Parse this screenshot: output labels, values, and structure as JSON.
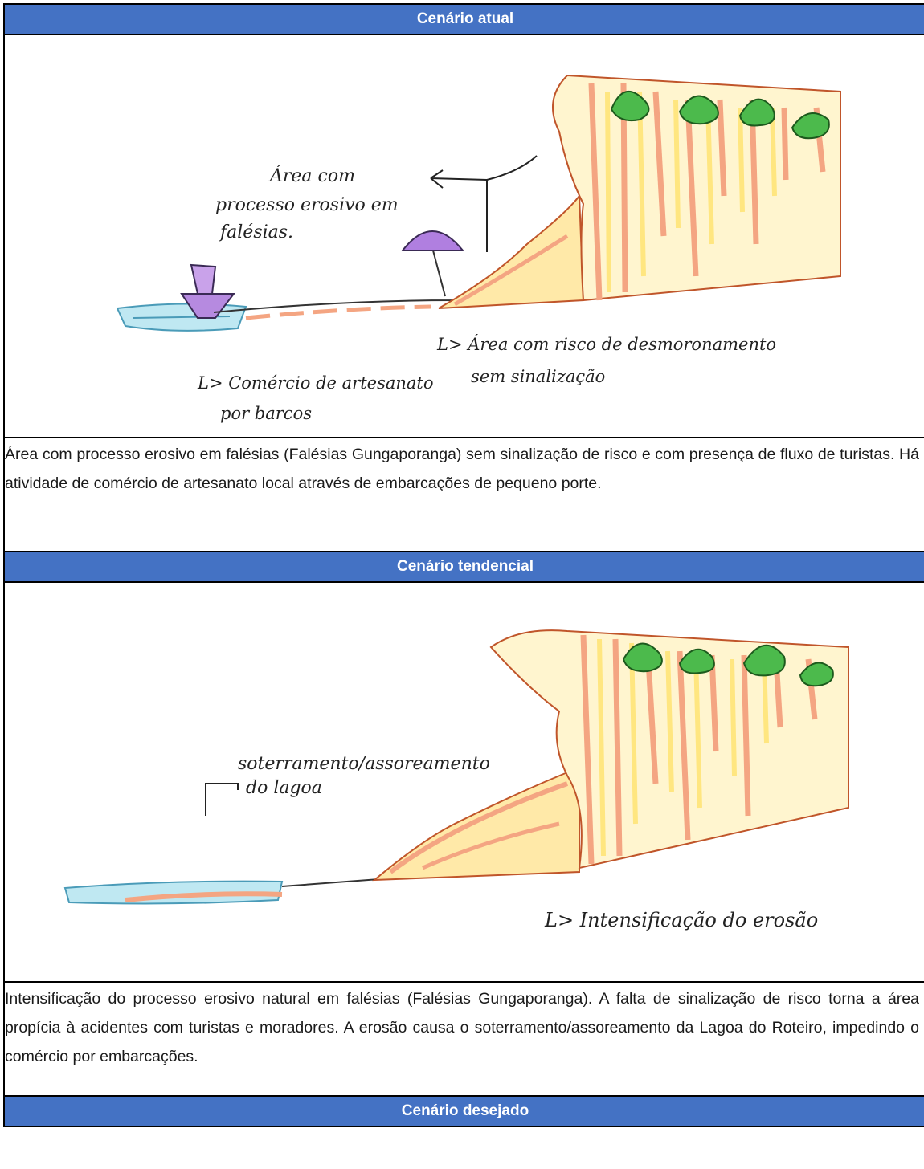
{
  "sections": [
    {
      "header": "Cenário atual",
      "sketch_notes": {
        "n1": "Área com",
        "n2": "processo erosivo em",
        "n3": "falésias.",
        "n4": "L> Área com risco de desmoronamento",
        "n5": "sem sinalização",
        "n6": "L> Comércio de artesanato",
        "n7": "por barcos"
      },
      "description": "Área com processo erosivo em falésias (Falésias Gungaporanga) sem sinalização de risco e com presença de fluxo de turistas. Há atividade de comércio de artesanato local através de embarcações de pequeno porte."
    },
    {
      "header": "Cenário tendencial",
      "sketch_notes": {
        "n1": "soterramento/assoreamento",
        "n2": "do lagoa",
        "n3": "L> Intensificação do erosão"
      },
      "description": "Intensificação do processo erosivo natural em falésias (Falésias Gungaporanga). A falta de sinalização de risco torna a área propícia à acidentes com turistas e moradores. A erosão causa o soterramento/assoreamento da Lagoa do Roteiro, impedindo o comércio por embarcações."
    },
    {
      "header": "Cenário desejado"
    }
  ],
  "colors": {
    "header_bg": "#4472c4",
    "header_text": "#ffffff",
    "cliff_orange": "#f4a582",
    "cliff_yellow": "#ffe680",
    "vegetation": "#4cba4c",
    "water": "#9fd8e8",
    "umbrella": "#b07fe0"
  }
}
